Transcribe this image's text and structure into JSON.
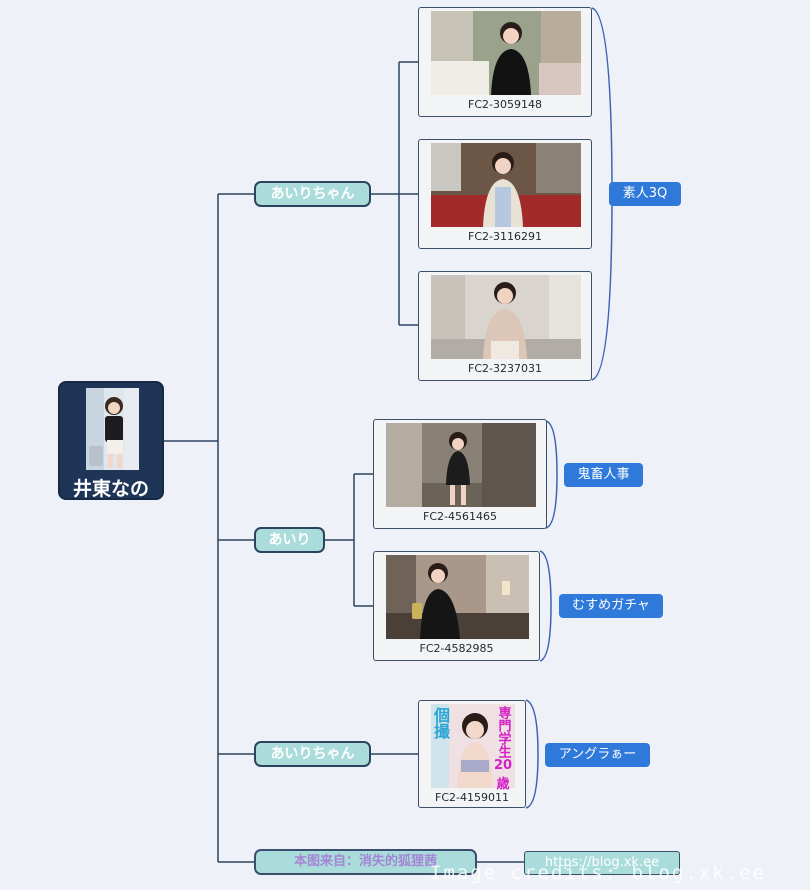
{
  "root": {
    "name": "井東なの"
  },
  "branches": [
    {
      "label": "あいりちゃん",
      "videos": [
        {
          "code": "FC2-3059148"
        },
        {
          "code": "FC2-3116291"
        },
        {
          "code": "FC2-3237031"
        }
      ],
      "tag": "素人3Q"
    },
    {
      "label": "あいり",
      "videos": [
        {
          "code": "FC2-4561465",
          "tag": "鬼畜人事"
        },
        {
          "code": "FC2-4582985",
          "tag": "むすめガチャ"
        }
      ]
    },
    {
      "label": "あいりちゃん",
      "videos": [
        {
          "code": "FC2-4159011",
          "tag": "アングラぁー",
          "caption": [
            "専門学生",
            "20歳"
          ],
          "side_text": "個撮"
        }
      ]
    }
  ],
  "credit": {
    "label": "本图来自：消失的狐狸茜",
    "url": "https://blog.xk.ee"
  },
  "watermark": "Image credits: blog.xk.ee",
  "colors": {
    "background": "#eef1f8",
    "root_fill": "#1f3557",
    "pill_fill": "#a9dcda",
    "tag_fill": "#2f79db",
    "line": "#2d4460",
    "bracket": "#3b63b5"
  }
}
